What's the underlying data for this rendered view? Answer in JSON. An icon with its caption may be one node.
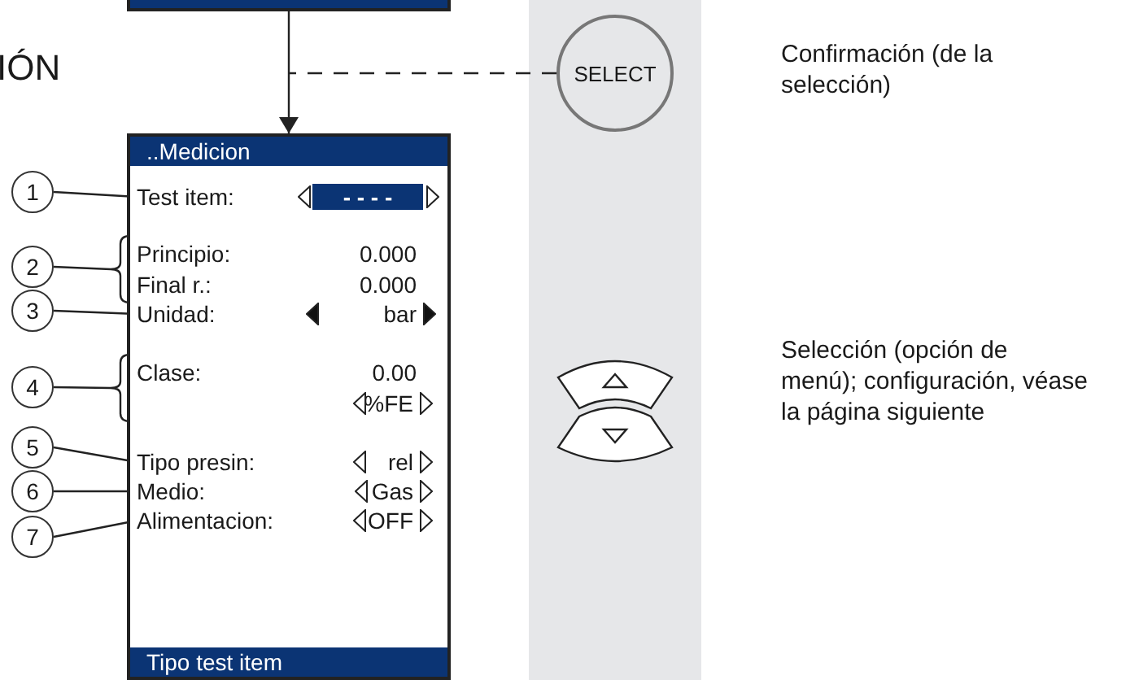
{
  "diagram": {
    "nodes": [
      {
        "text": [],
        "shape": "box"
      },
      {
        "text": [
          "..Medicion",
          "Tipo test item"
        ]
      },
      {
        "text": [
          "Test item:",
          "- - - -"
        ],
        "in": 1
      },
      {
        "text": [
          "Principio:",
          "0.000",
          "Final r.:",
          "0.000"
        ],
        "in": 1
      },
      {
        "text": [
          "Unidad:",
          "bar"
        ],
        "in": 1
      },
      {
        "text": [
          "Clase:",
          "0.00",
          "%FE"
        ],
        "in": 1
      },
      {
        "text": [
          "Tipo presin:",
          "rel"
        ],
        "in": 1
      },
      {
        "text": [
          "Medio:",
          "Gas"
        ],
        "in": 1
      },
      {
        "text": [
          "Alimentacion:",
          "OFF"
        ],
        "in": 1
      },
      {
        "text": [
          "1"
        ]
      },
      {
        "text": [
          "2"
        ]
      },
      {
        "text": [
          "3"
        ]
      },
      {
        "text": [
          "4"
        ]
      },
      {
        "text": [
          "5"
        ]
      },
      {
        "text": [
          "6"
        ]
      },
      {
        "text": [
          "7"
        ]
      },
      {
        "text": [
          "SELECT"
        ]
      }
    ],
    "edges": [
      {
        "from": 0,
        "to": 1,
        "arrow": "to"
      },
      {
        "from": 16,
        "to": null,
        "arrow": "none",
        "style": "dashed"
      },
      {
        "from": 9,
        "to": 2,
        "arrow": "none"
      },
      {
        "from": 10,
        "to": 3,
        "arrow": "none"
      },
      {
        "from": 11,
        "to": 4,
        "arrow": "none"
      },
      {
        "from": 12,
        "to": 5,
        "arrow": "none"
      },
      {
        "from": 13,
        "to": 6,
        "arrow": "none"
      },
      {
        "from": 14,
        "to": 7,
        "arrow": "none"
      },
      {
        "from": 15,
        "to": 8,
        "arrow": "none"
      }
    ],
    "labels": [
      "IÓN",
      "Confirmación (de la selección)",
      "Selección (opción de menú); configuración, véase la página siguiente"
    ]
  }
}
